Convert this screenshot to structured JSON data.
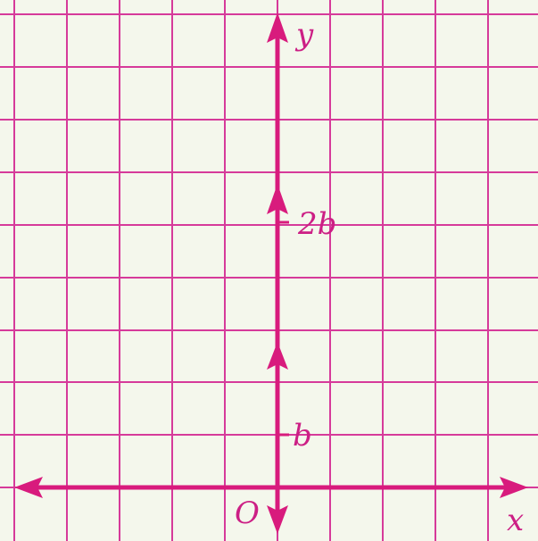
{
  "colors": {
    "background": "#f4f7ec",
    "grid": "#d63a9a",
    "axis": "#d81b7d",
    "text": "#cc1f85"
  },
  "axes": {
    "x_label": "x",
    "y_label": "y",
    "origin_label": "O"
  },
  "ticks": {
    "b_label": "b",
    "two_b_label": "2b"
  }
}
